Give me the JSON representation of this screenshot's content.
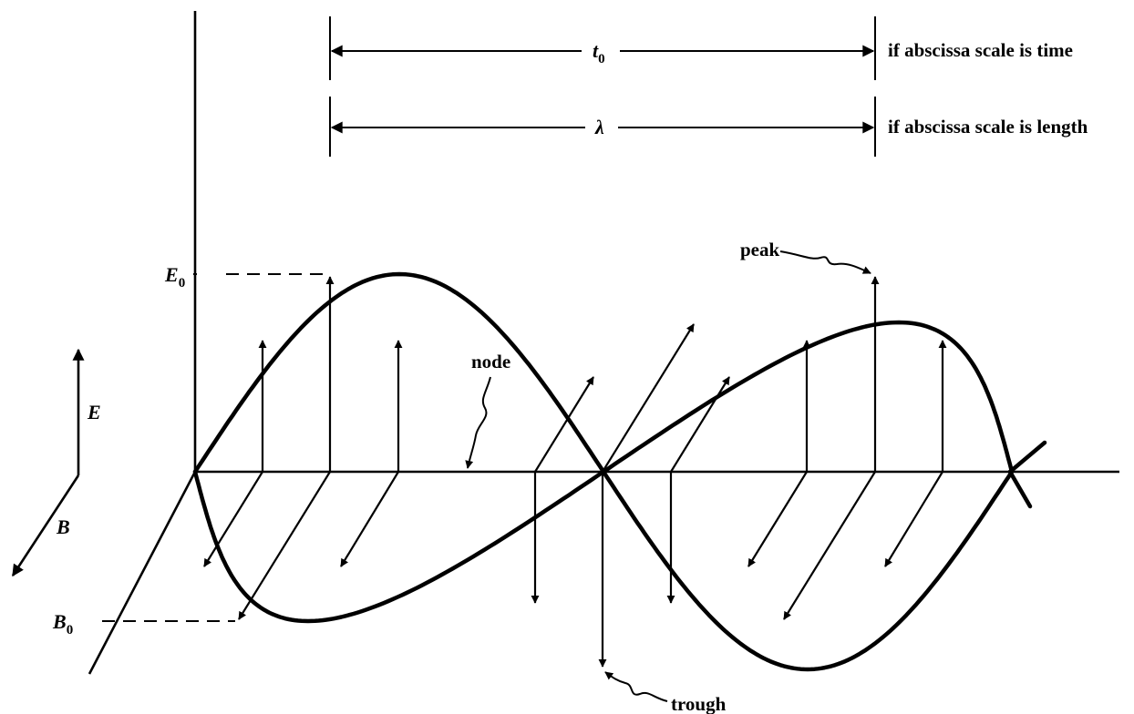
{
  "top_dimensions": {
    "period_symbol": "t",
    "period_subscript": "0",
    "period_caption": "if abscissa scale is time",
    "wavelength_symbol": "λ",
    "wavelength_caption": "if abscissa scale is length"
  },
  "amplitudes": {
    "electric_symbol": "E",
    "electric_subscript": "0",
    "magnetic_symbol": "B",
    "magnetic_subscript": "0"
  },
  "field_axes": {
    "electric_label": "E",
    "magnetic_label": "B"
  },
  "callouts": {
    "peak": "peak",
    "node": "node",
    "trough": "trough"
  }
}
